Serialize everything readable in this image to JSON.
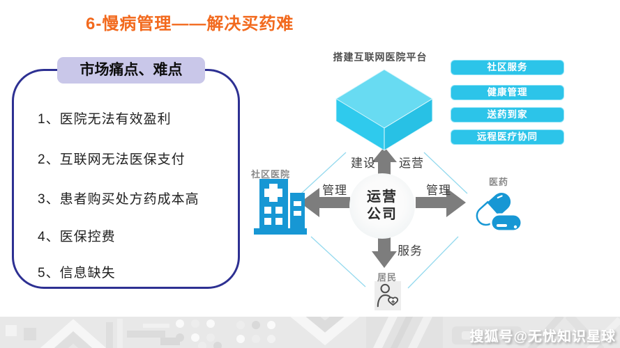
{
  "title": "6-慢病管理——解决买药难",
  "pain_panel": {
    "header": "市场痛点、难点",
    "items": [
      "1、医院无法有效盈利",
      "2、互联网无法医保支付",
      "3、患者购买处方药成本高",
      "4、医保控费",
      "5、信息缺失"
    ]
  },
  "platform": {
    "label": "搭建互联网医院平台",
    "services": [
      "社区服务",
      "健康管理",
      "送药到家",
      "远程医疗协同"
    ]
  },
  "diagram": {
    "center": {
      "line1": "运营",
      "line2": "公司"
    },
    "edge_labels": {
      "build": "建设",
      "operate": "运营",
      "manage_left": "管理",
      "manage_right": "管理",
      "serve": "服务"
    },
    "nodes": {
      "hospital": "社区医院",
      "pharmacy": "医药",
      "resident": "居民"
    },
    "icons": {
      "platform": "cube-3d-icon",
      "hospital": "hospital-building-icon",
      "pharmacy": "capsule-pills-icon",
      "resident": "person-heart-icon"
    }
  },
  "watermark": "搜狐号@无忧知识星球",
  "colors": {
    "title_orange": "#f2691d",
    "panel_border_navy": "#2d3092",
    "badge_lavender": "#c9c7e9",
    "service_cyan": "#2cc4e9",
    "icon_blue": "#1797d4",
    "cube_top": "#68dbf2",
    "cube_front": "#2fcaed",
    "arrow_gray": "#7d7d7d",
    "connector_blue": "#93d9ee"
  }
}
